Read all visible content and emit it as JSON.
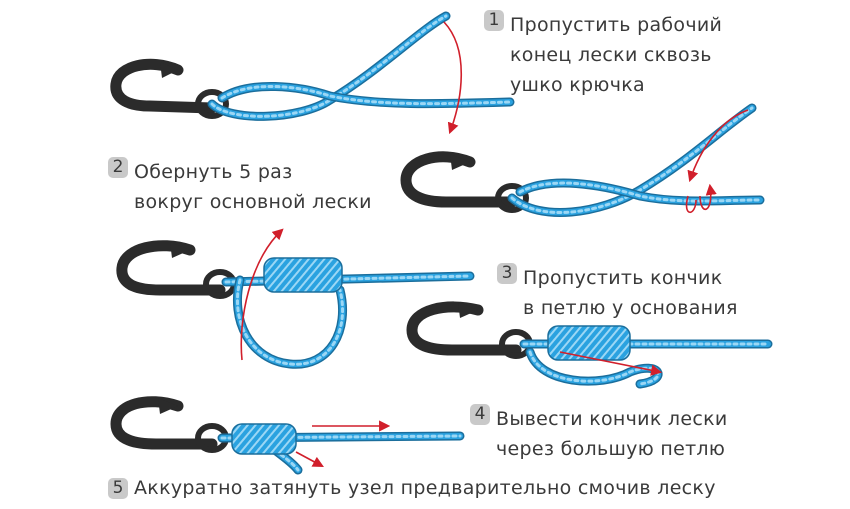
{
  "colors": {
    "line": "#2aa2e0",
    "line_light": "#9bd7f5",
    "line_edge": "#1b6e9c",
    "hook": "#2b2b2b",
    "arrow": "#d11f2b",
    "badge": "#c9c9c9",
    "text": "#3a3a3a"
  },
  "steps": [
    {
      "number": "1",
      "lines": [
        "Пропустить рабочий",
        "конец лески сквозь",
        "ушко крючка"
      ]
    },
    {
      "number": "2",
      "lines": [
        "Обернуть 5 раз",
        "вокруг основной лески"
      ]
    },
    {
      "number": "3",
      "lines": [
        "Пропустить кончик",
        "в петлю у основания"
      ]
    },
    {
      "number": "4",
      "lines": [
        "Вывести кончик лески",
        "через большую петлю"
      ]
    },
    {
      "number": "5",
      "lines": [
        "Аккуратно затянуть узел предварительно смочив леску"
      ]
    }
  ]
}
